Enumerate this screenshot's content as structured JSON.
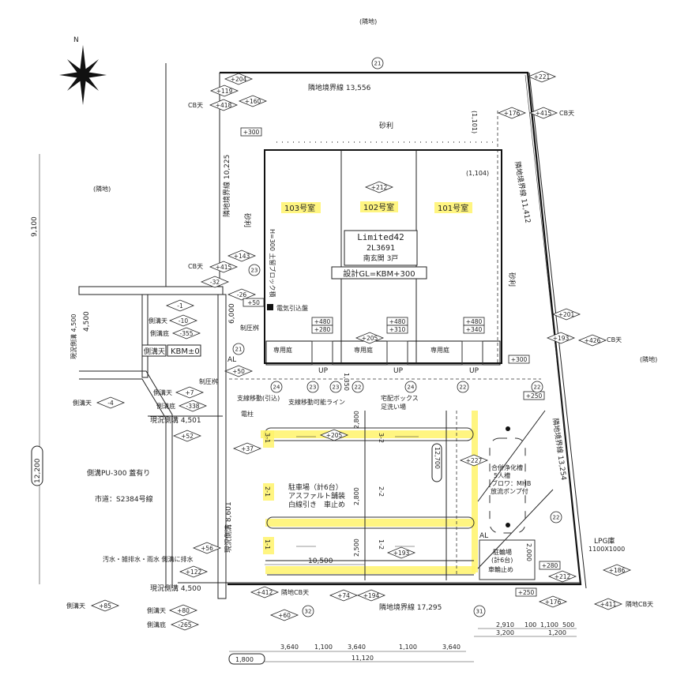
{
  "neighbor_labels": {
    "top": "(隣地)",
    "left": "(隣地)",
    "right": "(隣地)"
  },
  "compass": {
    "north": "N"
  },
  "boundaries": {
    "top": "隣地境界線 13,556",
    "left": "隣地境界線 10,225",
    "right_upper": "隣地境界線 11,412",
    "right_lower": "隣地境界線 13,254",
    "bottom": "隣地境界線 17,295",
    "ditch_left_a": "現況側溝 4,501",
    "ditch_left_b": "現況側溝 4,500",
    "ditch_road": "現況側溝 8,601",
    "ditch_wall": "現況側溝 4,500"
  },
  "site": {
    "gravel_top": "砂利",
    "gravel_left": "砂利",
    "gravel_right": "砂利",
    "units": [
      "103号室",
      "102号室",
      "101号室"
    ],
    "building_name": "Limited42",
    "building_code": "2L3691",
    "building_desc": "南玄関 3戸",
    "design_gl": "設計GL=KBM+300",
    "retaining": "H=300 土留ブロック積",
    "electric_panel": "電気引込盤",
    "private_garden": "専用庭",
    "up": "UP",
    "pressure_box": "制圧桝",
    "pressure_box2": "制圧桝",
    "support_wire": "支線移動(引込)",
    "support_wire_line": "支線移動可能ライン",
    "pole": "電柱",
    "delivery_box": "宅配ボックス",
    "foot_wash": "足洗い場",
    "al": "AL",
    "al2": "AL",
    "drain_note": "汚水・雑排水・雨水 側溝に排水",
    "road": "市道：S2384号線",
    "road_ditch": "側溝PU-300 蓋有り",
    "kbm_label": "側溝天",
    "kbm_value": "KBM±0",
    "cb_top": "CB天",
    "ditch_top": "側溝天",
    "ditch_bottom": "側溝底",
    "neighbor_cb": "隣地CB天",
    "dim_corner": "(1,101)",
    "dim_corner2": "(1,104)",
    "dim_1350": "1,350"
  },
  "parking": {
    "title": "駐車場（計6台）",
    "line2": "アスファルト舗装",
    "line3": "白線引き　車止め",
    "slots": [
      "3-1",
      "2-1",
      "1-1",
      "3-2",
      "2-2",
      "1-2"
    ],
    "dims": [
      "2,800",
      "2,800",
      "2,500",
      "10,500",
      "12,700"
    ]
  },
  "septic": {
    "l1": "合併浄化槽",
    "l2": "5人槽",
    "l3": "ブロワ：MHB",
    "l4": "放流ポンプ付"
  },
  "bicycle": {
    "l1": "駐輪場",
    "l2": "(計6台)",
    "l3": "車輪止め",
    "dim": "2,000"
  },
  "lpg": {
    "l1": "LPG庫",
    "l2": "1100X1000"
  },
  "elevations": [
    "+204",
    "+119",
    "+418",
    "+160",
    "+221",
    "+176",
    "+415",
    "+212",
    "+143",
    "+415",
    "-32",
    "-26",
    "-1",
    "-10",
    "-355",
    "+205",
    "+201",
    "+193",
    "+426",
    "+50",
    "+7",
    "-338",
    "-4",
    "+52",
    "+205",
    "+37",
    "+227",
    "+193",
    "+56",
    "+122",
    "+412",
    "+74",
    "+194",
    "+60",
    "+85",
    "+80",
    "-265",
    "+186",
    "+411",
    "+176",
    "+212"
  ],
  "boxes": [
    "+300",
    "+50",
    "+480",
    "+280",
    "+480",
    "+310",
    "+480",
    "+340",
    "+300",
    "+250",
    "+250",
    "+280"
  ],
  "circles": [
    "21",
    "21",
    "22",
    "23",
    "24",
    "22",
    "23",
    "24",
    "22",
    "22",
    "31",
    "32",
    "23"
  ],
  "dimensions": {
    "left_9100": "9,100",
    "left_12200": "12,200",
    "left_4500": "4,500",
    "left_6000": "6,000",
    "bottom": [
      "3,640",
      "1,100",
      "3,640",
      "1,100",
      "3,640"
    ],
    "bottom_total": "11,120",
    "bottom_left": "1,800",
    "bottom_right_a": [
      "2,910",
      "100",
      "1,100",
      "500"
    ],
    "bottom_right_b": [
      "3,200",
      "1,200"
    ]
  }
}
